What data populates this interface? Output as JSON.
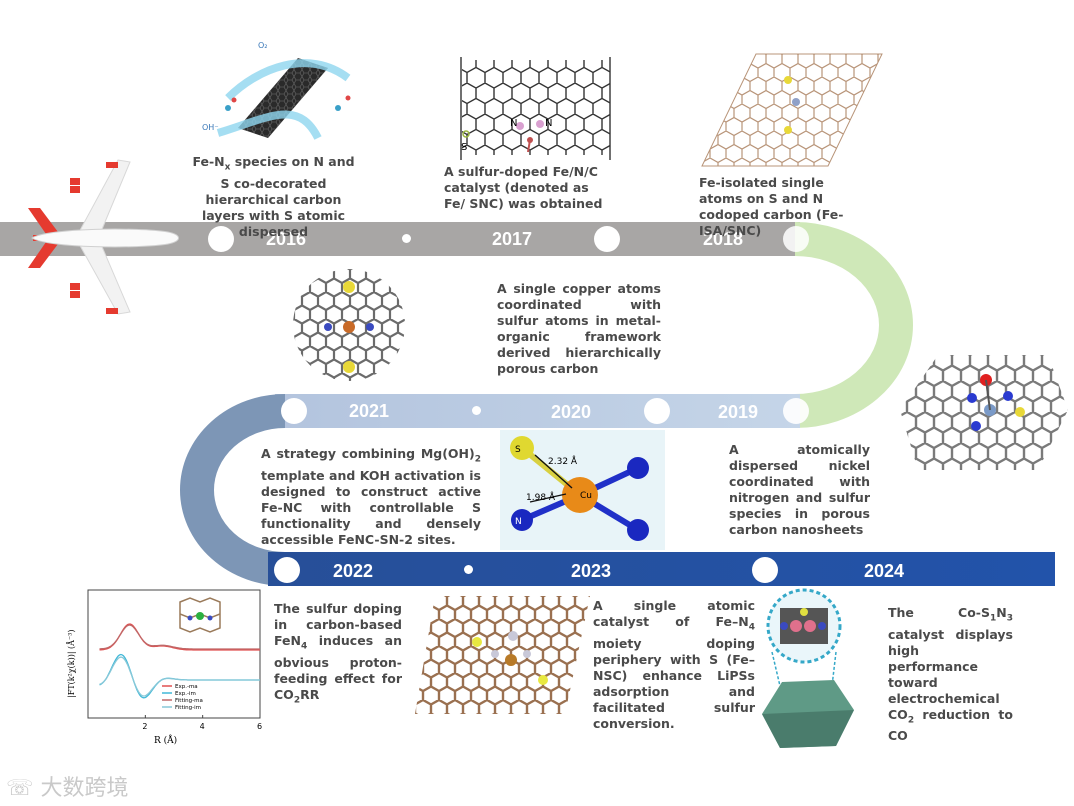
{
  "timeline": {
    "years": [
      "2016",
      "2017",
      "2018",
      "2019",
      "2020",
      "2021",
      "2022",
      "2023",
      "2024"
    ],
    "colors": {
      "gray_band": "#a8a6a5",
      "green_band": "#cfe8b8",
      "lightblue_band": "#b9c8e0",
      "steelblue_band": "#7b94b4",
      "blue_band": "#2452a5",
      "plane_red": "#e53a2f"
    }
  },
  "entries": {
    "e2016": {
      "line1_pre": "Fe-N",
      "line1_sub": "x",
      "line1_post": " species on N and S",
      "rest": "co-decorated hierarchical carbon layers with S atomic dispersed"
    },
    "e2017": "A sulfur-doped Fe/N/C catalyst (denoted as Fe/ SNC) was obtained",
    "e2018": "Fe-isolated single atoms on S and N codoped carbon (Fe-ISA/SNC)",
    "e2019": "A atomically dispersed nickel coordinated with nitrogen and sulfur species in porous carbon nanosheets",
    "e2020": "A single copper atoms coordinated with sulfur atoms in metal-organic framework derived hierarchically porous carbon",
    "e2021": {
      "pre": "A strategy combining Mg(OH)",
      "sub": "2",
      "post": " template and KOH activation is designed to construct active Fe-NC with controllable S functionality and densely accessible FeNC-SN-2 sites."
    },
    "e2022": {
      "pre": "The sulfur doping in carbon-based FeN",
      "sub": "4",
      "post": " induces an obvious proton-feeding effect for CO",
      "sub2": "2",
      "post2": "RR"
    },
    "e2023": {
      "pre": "A single atomic catalyst of Fe–N",
      "sub": "4",
      "post": " moiety doping periphery with S (Fe–NSC) enhance LiPSs adsorption and facilitated sulfur conversion."
    },
    "e2024": {
      "pre": "The Co-S",
      "sub": "1",
      "mid": "N",
      "sub2": "3",
      "post": " catalyst displays high performance toward electrochemical CO",
      "sub3": "2",
      "post2": " reduction to CO"
    }
  },
  "figure_labels": {
    "o2": "O₂",
    "oh": "OH⁻",
    "s": "S",
    "n": "N",
    "bond_s": "2.32 Å",
    "bond_n": "1.98 Å",
    "cu": "Cu",
    "cu_s": "S",
    "cu_n": "N"
  },
  "chart_data": {
    "type": "line",
    "xlabel": "R (Å)",
    "ylabel": "|FT(k²χ(k))| (Å⁻³)",
    "x_ticks": [
      "2",
      "4",
      "6"
    ],
    "xlim": [
      0,
      6
    ],
    "legend": [
      "Exp.-ma",
      "Exp.-im",
      "Fitting-ma",
      "Fitting-im"
    ],
    "series_colors": {
      "Exp.-ma": "#e05050",
      "Exp.-im": "#40b8d8",
      "Fitting-ma": "#c06868",
      "Fitting-im": "#88c8d8"
    }
  },
  "watermark": "大数跨境"
}
